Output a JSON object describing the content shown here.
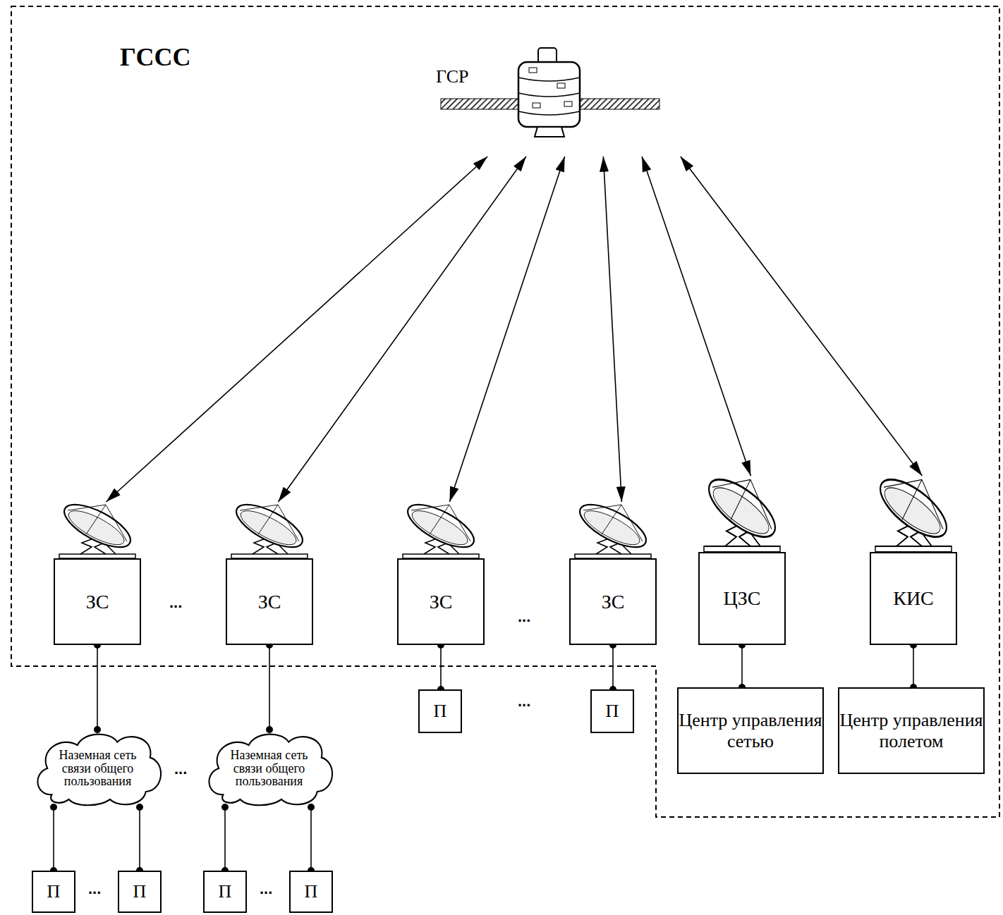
{
  "diagram": {
    "nodes": [
      {
        "text": [
          "ГССС"
        ]
      },
      {
        "text": [
          "ГСР"
        ],
        "in": 0
      },
      {
        "text": [
          "ЗС"
        ],
        "in": 0
      },
      {
        "text": [
          "ЗС"
        ],
        "in": 0
      },
      {
        "text": [
          "ЗС"
        ],
        "in": 0
      },
      {
        "text": [
          "ЗС"
        ],
        "in": 0
      },
      {
        "text": [
          "ЦЗС"
        ],
        "in": 0
      },
      {
        "text": [
          "КИС"
        ],
        "in": 0
      },
      {
        "text": [
          "Центр управления сетью"
        ],
        "in": 0
      },
      {
        "text": [
          "Центр управления полетом"
        ],
        "in": 0
      },
      {
        "text": [
          "Наземная сеть связи общего пользования"
        ]
      },
      {
        "text": [
          "Наземная сеть связи общего пользования"
        ]
      },
      {
        "text": [
          "П"
        ]
      },
      {
        "text": [
          "П"
        ]
      },
      {
        "text": [
          "П"
        ]
      },
      {
        "text": [
          "П"
        ]
      },
      {
        "text": [
          "П"
        ]
      },
      {
        "text": [
          "П"
        ]
      }
    ],
    "edges": [
      {
        "from": 1,
        "to": 2,
        "arrow": "both"
      },
      {
        "from": 1,
        "to": 3,
        "arrow": "both"
      },
      {
        "from": 1,
        "to": 4,
        "arrow": "both"
      },
      {
        "from": 1,
        "to": 5,
        "arrow": "both"
      },
      {
        "from": 1,
        "to": 6,
        "arrow": "both"
      },
      {
        "from": 1,
        "to": 7,
        "arrow": "both"
      },
      {
        "from": 2,
        "to": 10,
        "arrow": "none"
      },
      {
        "from": 3,
        "to": 11,
        "arrow": "none"
      },
      {
        "from": 4,
        "to": 12,
        "arrow": "none"
      },
      {
        "from": 5,
        "to": 13,
        "arrow": "none"
      },
      {
        "from": 6,
        "to": 8,
        "arrow": "none"
      },
      {
        "from": 7,
        "to": 9,
        "arrow": "none"
      },
      {
        "from": 10,
        "to": 14,
        "arrow": "none"
      },
      {
        "from": 10,
        "to": 15,
        "arrow": "none"
      },
      {
        "from": 11,
        "to": 16,
        "arrow": "none"
      },
      {
        "from": 11,
        "to": 17,
        "arrow": "none"
      }
    ],
    "labels": [
      "...",
      "...",
      "...",
      "...",
      "...",
      "..."
    ]
  }
}
